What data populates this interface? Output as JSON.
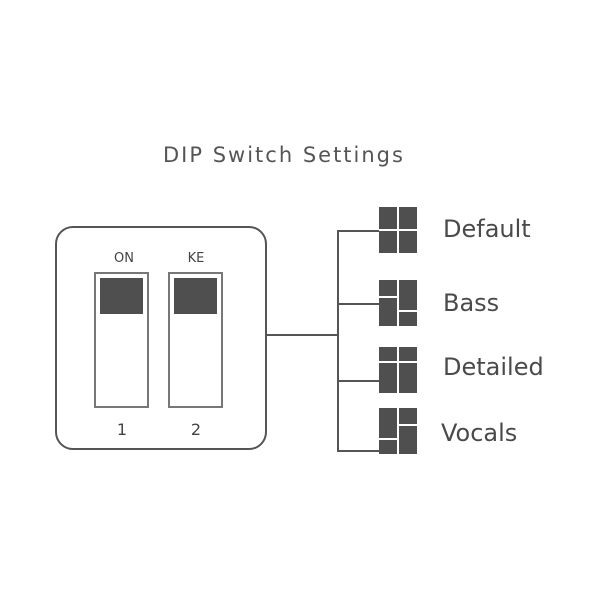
{
  "title": "DIP Switch Settings",
  "switches": [
    {
      "label": "ON",
      "number": "1"
    },
    {
      "label": "KE",
      "number": "2"
    }
  ],
  "options": [
    {
      "label": "Default",
      "icon": "grid-quad-icon"
    },
    {
      "label": "Bass",
      "icon": "grid-bass-icon"
    },
    {
      "label": "Detailed",
      "icon": "grid-detailed-icon"
    },
    {
      "label": "Vocals",
      "icon": "grid-vocals-icon"
    }
  ],
  "colors": {
    "stroke": "#555555",
    "fill": "#4f4f4f",
    "text": "#4a4a4a"
  }
}
